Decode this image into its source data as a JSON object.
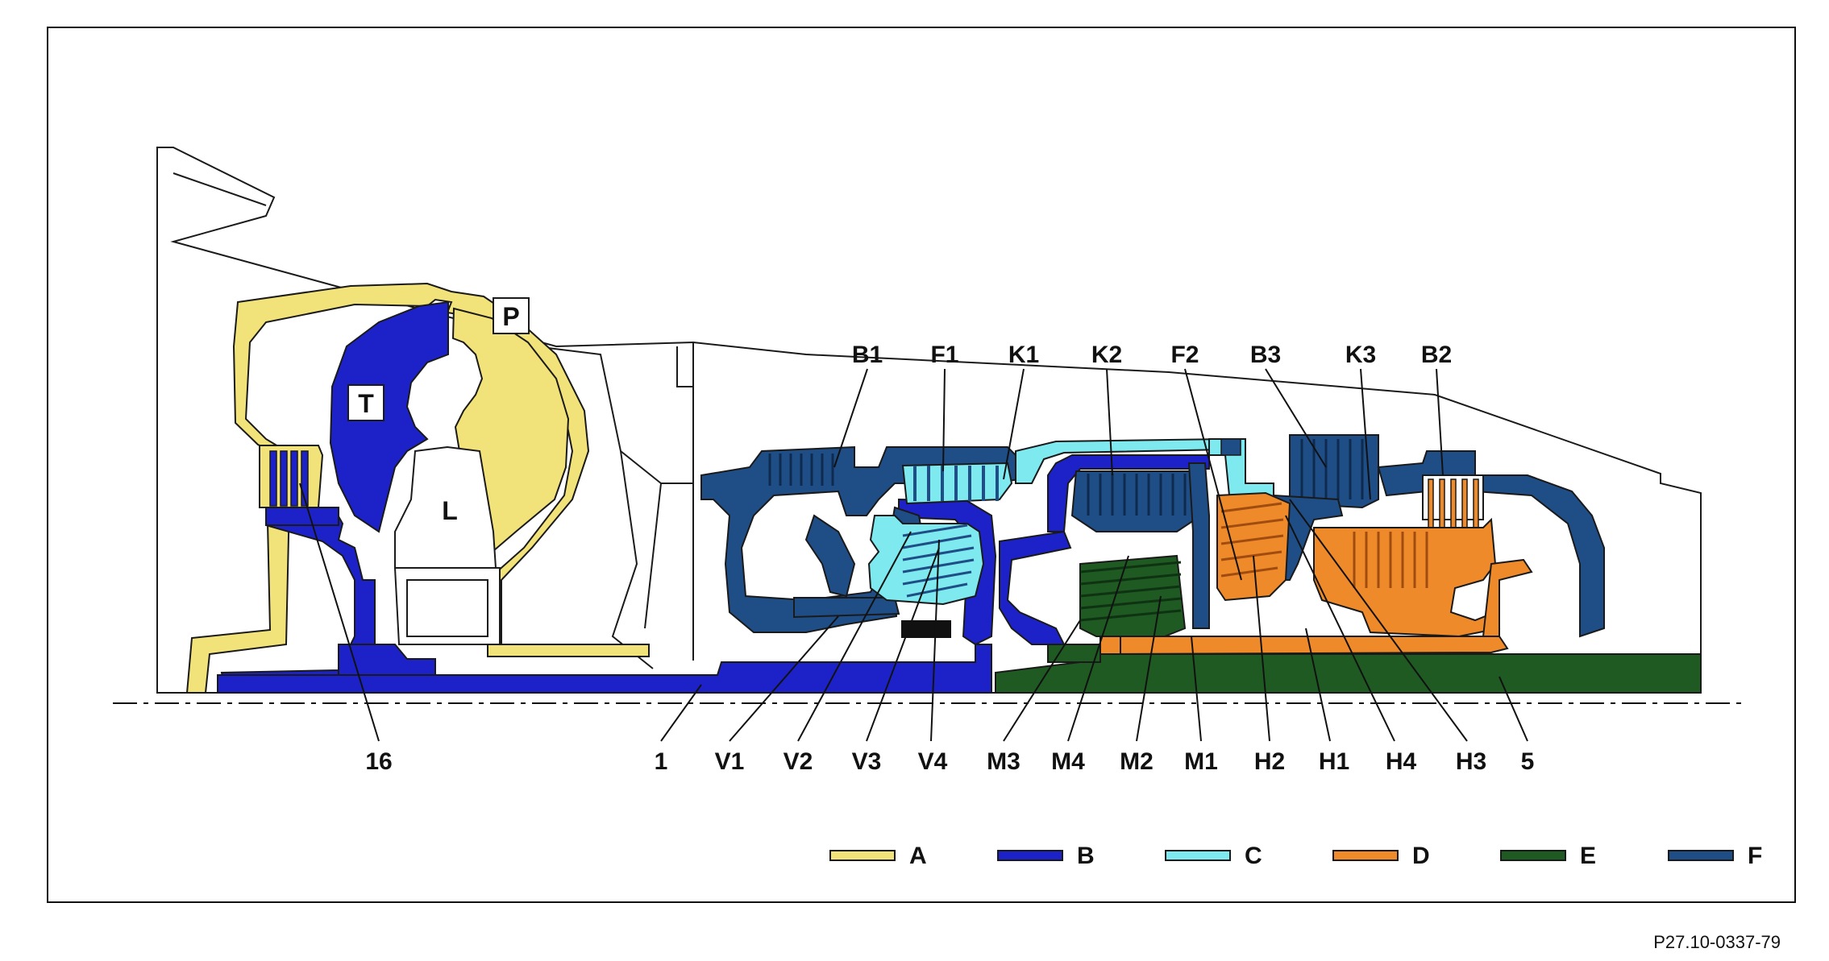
{
  "colors": {
    "A": "#f2e27a",
    "B": "#1c22c8",
    "C": "#7ee9ee",
    "D": "#ee8a2a",
    "E": "#1e5a22",
    "F": "#1f4d86",
    "housing": "#ffffff",
    "outline": "#1a1a1a",
    "black": "#111111"
  },
  "inner_labels": {
    "T": "T",
    "P": "P",
    "L": "L"
  },
  "top_labels": [
    "B1",
    "F1",
    "K1",
    "K2",
    "F2",
    "B3",
    "K3",
    "B2"
  ],
  "bottom_labels": [
    "16",
    "1",
    "V1",
    "V2",
    "V3",
    "V4",
    "M3",
    "M4",
    "M2",
    "M1",
    "H2",
    "H1",
    "H4",
    "H3",
    "5"
  ],
  "legend": [
    {
      "key": "A",
      "label": "A",
      "color": "#f2e27a"
    },
    {
      "key": "B",
      "label": "B",
      "color": "#1c22c8"
    },
    {
      "key": "C",
      "label": "C",
      "color": "#7ee9ee"
    },
    {
      "key": "D",
      "label": "D",
      "color": "#ee8a2a"
    },
    {
      "key": "E",
      "label": "E",
      "color": "#1e5a22"
    },
    {
      "key": "F",
      "label": "F",
      "color": "#1f4d86"
    }
  ],
  "reference_code": "P27.10-0337-79"
}
